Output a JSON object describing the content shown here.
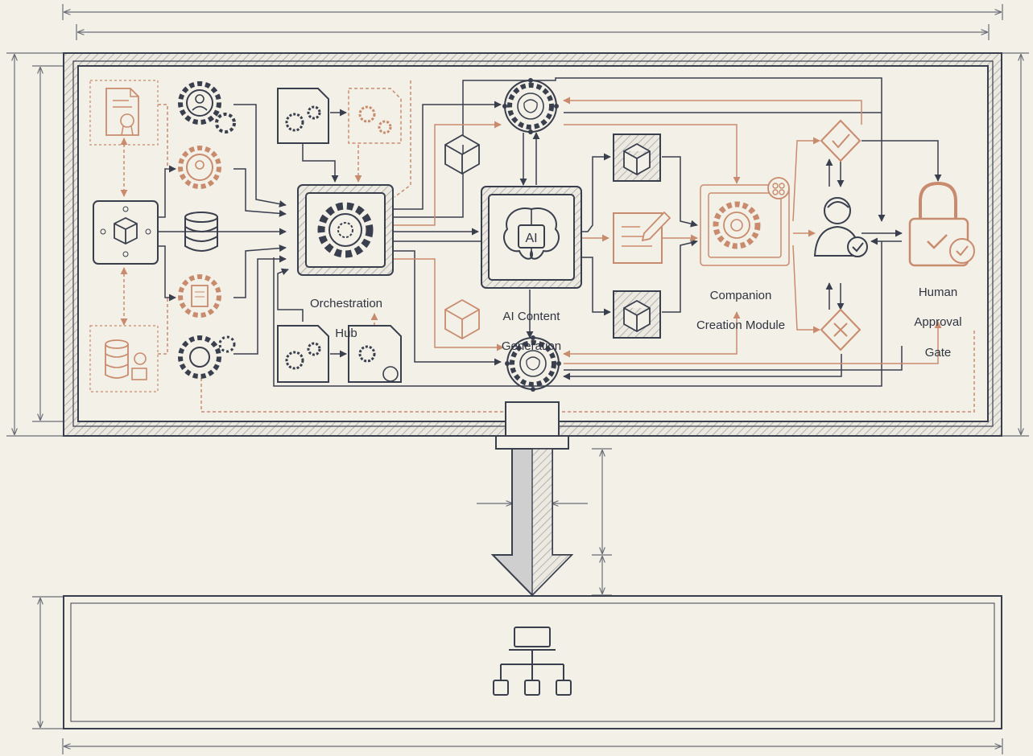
{
  "nodes": {
    "orchestration_hub": {
      "label_line1": "Orchestration",
      "label_line2": "Hub"
    },
    "ai_content_generation": {
      "label_line1": "AI Content",
      "label_line2": "Generation",
      "chip_text": "AI"
    },
    "companion_creation_module": {
      "label_line1": "Companion",
      "label_line2": "Creation Module"
    },
    "human_approval_gate": {
      "label_line1": "Human",
      "label_line2": "Approval",
      "label_line3": "Gate"
    }
  },
  "colors": {
    "background": "#f3f0e8",
    "ink": "#3a3f4d",
    "accent": "#c98b6d",
    "hatch": "#9a9a9a"
  },
  "icons": {
    "input_document": "certificate-document-icon",
    "input_user_gear": "user-gear-icon",
    "input_tool_gear": "person-gear-icon",
    "input_source": "cube-network-icon",
    "input_database": "database-icon",
    "input_doc_gear": "document-gear-icon",
    "input_storage": "database-group-icon",
    "input_gear_cluster": "gear-cluster-icon",
    "approve_decision": "checkmark-diamond-icon",
    "reject_decision": "cross-diamond-icon",
    "reviewer": "reviewer-user-icon",
    "approval_lock": "padlock-check-icon",
    "output_deploy": "network-hierarchy-icon"
  }
}
